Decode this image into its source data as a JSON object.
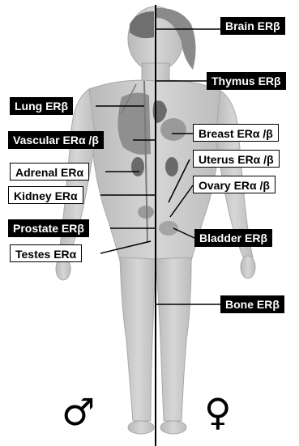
{
  "labels": {
    "brain": "Brain ERβ",
    "thymus": "Thymus ERβ",
    "lung": "Lung ERβ",
    "vascular": "Vascular ERα /β",
    "breast": "Breast ERα /β",
    "uterus": "Uterus ERα /β",
    "adrenal": "Adrenal ERα",
    "ovary": "Ovary ERα /β",
    "kidney": "Kidney ERα",
    "prostate": "Prostate ERβ",
    "bladder": "Bladder ERβ",
    "testes": "Testes ERα",
    "bone": "Bone ERβ"
  },
  "symbols": {
    "male": "♂",
    "female": "♀"
  }
}
